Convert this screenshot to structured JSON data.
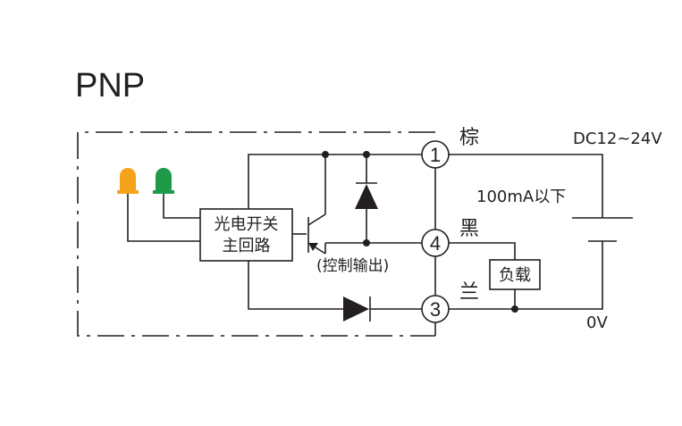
{
  "title": "PNP",
  "main_circuit": {
    "line1": "光电开关",
    "line2": "主回路"
  },
  "control_output": "(控制输出)",
  "load": "负载",
  "terminals": [
    {
      "number": "1",
      "wire_color": "棕"
    },
    {
      "number": "4",
      "wire_color": "黑"
    },
    {
      "number": "3",
      "wire_color": "兰"
    }
  ],
  "supply": {
    "voltage": "DC12~24V",
    "current": "100mA以下",
    "ground": "0V"
  },
  "indicators": [
    {
      "color": "#f7a21b",
      "name": "orange-led"
    },
    {
      "color": "#1e9a48",
      "name": "green-led"
    }
  ],
  "line_color": "#231f20"
}
